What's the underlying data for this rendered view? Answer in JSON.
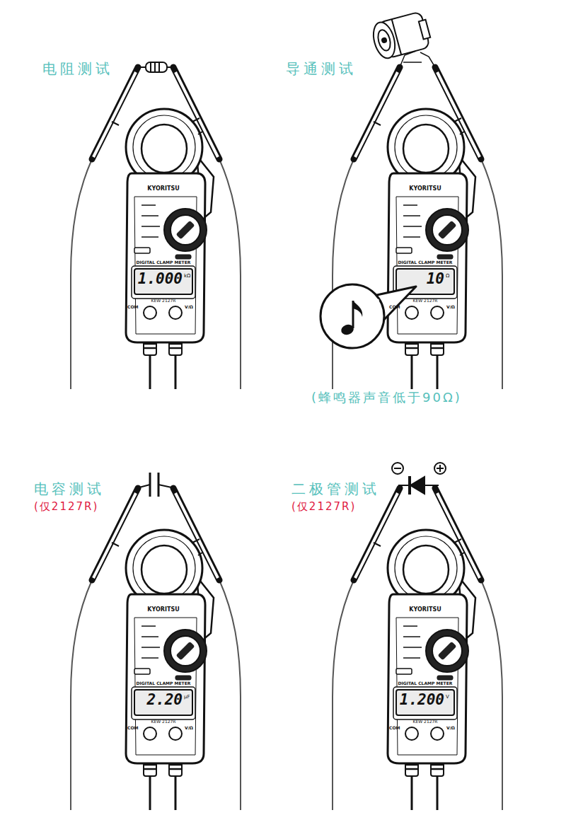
{
  "diagram": {
    "labels": [
      "电阻测试",
      "KYORITSU",
      "DIGITAL CLAMP METER",
      "1.000",
      "kΩ",
      "KEW 2127R",
      "COM",
      "V/Ω",
      "导通测试",
      "KYORITSU",
      "DIGITAL CLAMP METER",
      "10",
      "Ω",
      "KEW 2127R",
      "COM",
      "V/Ω",
      "(蜂鸣器声音低于90Ω)",
      "电容测试",
      "(仅2127R)",
      "KYORITSU",
      "DIGITAL CLAMP METER",
      "2.20",
      "μF",
      "KEW 2127R",
      "COM",
      "V/Ω",
      "二极管测试",
      "(仅2127R)",
      "KYORITSU",
      "DIGITAL CLAMP METER",
      "1.200",
      "V",
      "KEW 2127R",
      "COM",
      "V/Ω"
    ]
  }
}
